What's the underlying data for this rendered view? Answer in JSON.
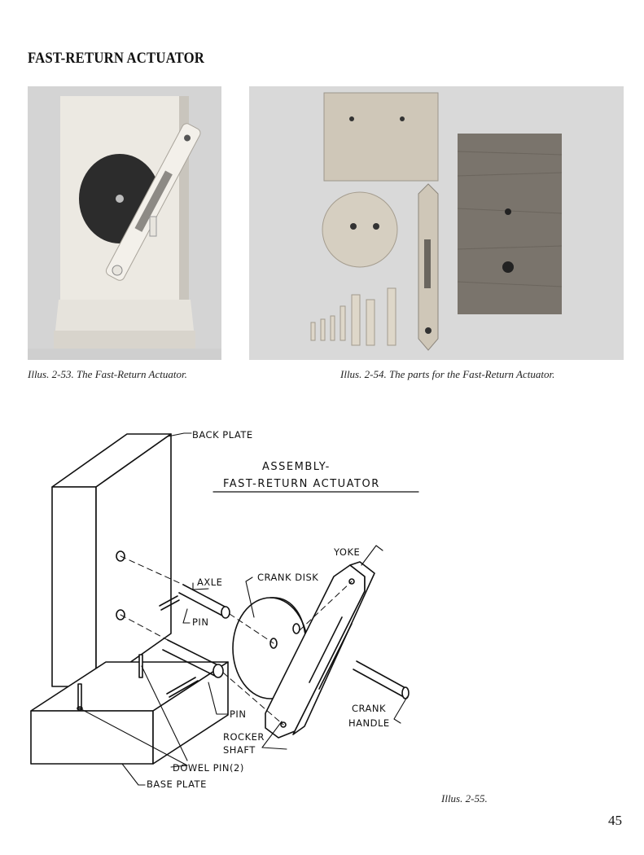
{
  "page": {
    "title": "FAST-RETURN ACTUATOR",
    "page_number": "45"
  },
  "figures": {
    "photo1_caption": "Illus. 2-53. The Fast-Return Actuator.",
    "photo2_caption": "Illus. 2-54. The parts for the Fast-Return Actuator.",
    "diagram_caption": "Illus. 2-55."
  },
  "diagram": {
    "title_line1": "ASSEMBLY-",
    "title_line2": "FAST-RETURN ACTUATOR",
    "labels": {
      "back_plate": "BACK PLATE",
      "yoke": "YOKE",
      "axle": "AXLE",
      "crank_disk": "CRANK DISK",
      "pin_upper": "PIN",
      "pin_lower": "PIN",
      "crank": "CRANK",
      "handle": "HANDLE",
      "rocker": "ROCKER",
      "shaft": "SHAFT",
      "dowel_pin": "DOWEL PIN(2)",
      "base_plate": "BASE PLATE"
    }
  }
}
